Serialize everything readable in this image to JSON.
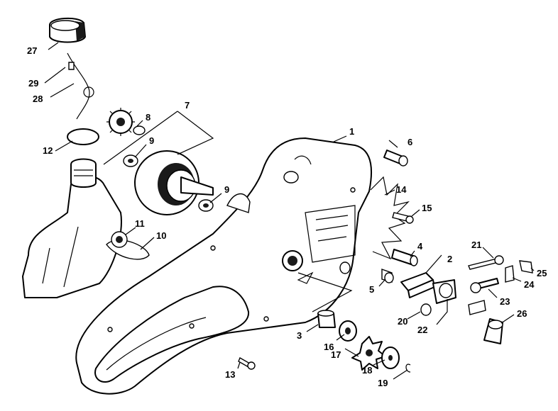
{
  "diagram": {
    "callouts": [
      "1",
      "2",
      "3",
      "4",
      "5",
      "6",
      "7",
      "8",
      "9",
      "9",
      "10",
      "11",
      "12",
      "13",
      "14",
      "15",
      "16",
      "17",
      "18",
      "19",
      "20",
      "21",
      "22",
      "23",
      "24",
      "25",
      "26",
      "27",
      "28",
      "29"
    ],
    "colors": {
      "ink": "#000000",
      "paper": "#ffffff"
    }
  }
}
